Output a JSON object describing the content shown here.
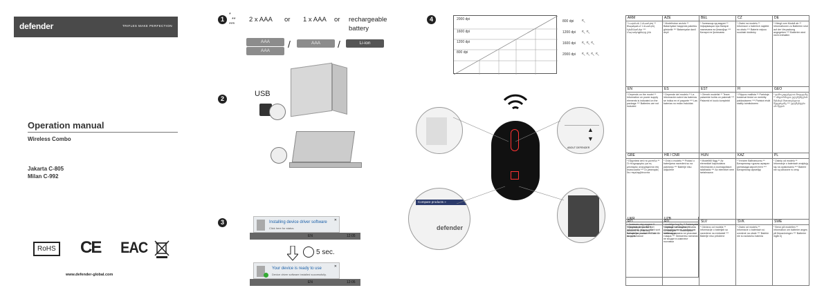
{
  "cover": {
    "logo": "defender",
    "tagline": "TRIFLES MAKE PERFECTION",
    "title": "Operation manual",
    "subtitle": "Wireless Combo",
    "models": [
      "Jakarta C-805",
      "Milan C-992"
    ],
    "cert_rohs": "RoHS",
    "cert_ce": "CE",
    "cert_eac": "EAC",
    "website": "www.defender-global.com"
  },
  "step1": {
    "num": "1",
    "stars": [
      "*",
      "**",
      "***"
    ],
    "opt1": "2 x AAA",
    "or1": "or",
    "opt2": "1 x AAA",
    "or2": "or",
    "opt3a": "rechargeable",
    "opt3b": "battery",
    "bat_labels": [
      "AAA",
      "AAA",
      "AAA",
      "Li-ion"
    ],
    "sep": "/"
  },
  "step2": {
    "num": "2",
    "usb": "USB"
  },
  "step3": {
    "num": "3",
    "notif1_title": "Installing device driver software",
    "notif1_sub": "Click here for status.",
    "wait": "5 sec.",
    "notif2_title": "Your device is ready to use",
    "notif2_sub": "Device driver software installed successfully.",
    "taskbar_lang": "EN",
    "taskbar_time": "12:05"
  },
  "step4": {
    "num": "4",
    "dpi_rows": [
      "2000 dpi",
      "1600 dpi",
      "1200 dpi",
      "800 dpi"
    ],
    "dpi_legend": [
      "800 dpi",
      "1200 dpi",
      "1600 dpi",
      "2000 dpi"
    ],
    "about": "ABOUT DEFENDER",
    "compare": "Compare products »",
    "brand": "defender"
  },
  "languages": [
    {
      "code": "ARM",
      "text": "* Լարման 1 մատկող ** Փաթեթում 1 մատկող էլեմենտներ *** Մարտկոցները չեն"
    },
    {
      "code": "AZE",
      "text": "* Modelindən asılıdır ** Batareyalar haqqında paketdə göstərilir *** Batareyalar daxil deyil"
    },
    {
      "code": "BEL",
      "text": "* Залежыць ад мадэлі ** Інфармацыя пра батарэі пазначана на ўпакоўцы *** Батарэі не ўключаны"
    },
    {
      "code": "CZ",
      "text": "* Závisí na modelu ** Informace o bateriích najdete na obalu *** Baterie nejsou součástí dodávky"
    },
    {
      "code": "DE",
      "text": "* Hängt vom Modell ab ** Informationen zu Batterien sind auf der Verpackung angegeben *** Batterien sind nicht enthalten"
    },
    {
      "code": "EN",
      "text": "* Depends on the model ** Information on power supply elements is indicated on the package *** Batteries are not included"
    },
    {
      "code": "ES",
      "text": "* Depende del modelo ** La información sobre las baterías se indica en el paquete *** Las baterías no están incluidas"
    },
    {
      "code": "EST",
      "text": "* Oleneb mudelist ** Teave patareide kohta on pakendil *** Patareid ei kuulu komplekti"
    },
    {
      "code": "FI",
      "text": "* Riippuu mallista ** Paristoja koskevat tiedot on merkitty pakkaukseen *** Paristot eivät sisälly toimitukseen"
    },
    {
      "code": "GEO",
      "text": "* დამოკიდებულია მოდელზე ** ინფორმაცია ელემენტების შესახებ მითითებულია შეფუთვაზე *** ელემენტები არ შედის"
    },
    {
      "code": "GRE",
      "text": "* Εξαρτάται από το μοντέλο ** Οι πληροφορίες για τις μπαταρίες αναγράφονται στη συσκευασία *** Οι μπαταρίες δεν περιλαμβάνονται"
    },
    {
      "code": "HR / CNR",
      "text": "* Ovisi o modelu ** Podaci o baterijama navedeni su na pakiranju *** Baterije nisu uključene"
    },
    {
      "code": "HUN",
      "text": "* Modelltől függ ** Az elemekkel kapcsolatos információk a csomagoláson találhatók *** Az elemeket nem tartalmazza"
    },
    {
      "code": "KAZ",
      "text": "* Үлгісіне байланысты ** Батареялар туралы ақпарат қаптамада көрсетілген *** Батареялар кірмейді"
    },
    {
      "code": "PL",
      "text": "* Zależy od modelu ** Informacje o bateriach znajdują się na opakowaniu *** Baterie nie są wliczone w cenę"
    },
    {
      "code": "RO",
      "text": "* Depinde de model ** Informatiile despre baterii sunt indicate pe pachet *** Bateriile nu sunt incluse"
    },
    {
      "code": "RU",
      "text": "* Зависит от модели ** Информация по элементам питания указана на упаковке товара *** Элементы питания не входят в комплект поставки"
    },
    {
      "code": "SLV",
      "text": "* Odvisno od modela ** Informacije o baterijah so navedene na embalaži *** Baterije niso priložene"
    },
    {
      "code": "SVK",
      "text": "* Závisí od modelu ** Informácie o batériách sú uvedené na obale *** Batérie nie sú súčasťou balenia"
    },
    {
      "code": "SWE",
      "text": "* Beror på modellen ** Information om batterier anges på förpackningen *** Batterier ingår ej"
    },
    {
      "code": "UKR",
      "text": "* Залежить від моделі ** Інформація про батареї вказана на упаковці *** Батарейки в комплект не входять"
    },
    {
      "code": "UZB",
      "text": "* modelga bog'liq ** Batareyalar haqidagi ma'lumotlar pakatda ko'rsatilgan *** Batareyalar kiritilmagan"
    }
  ]
}
